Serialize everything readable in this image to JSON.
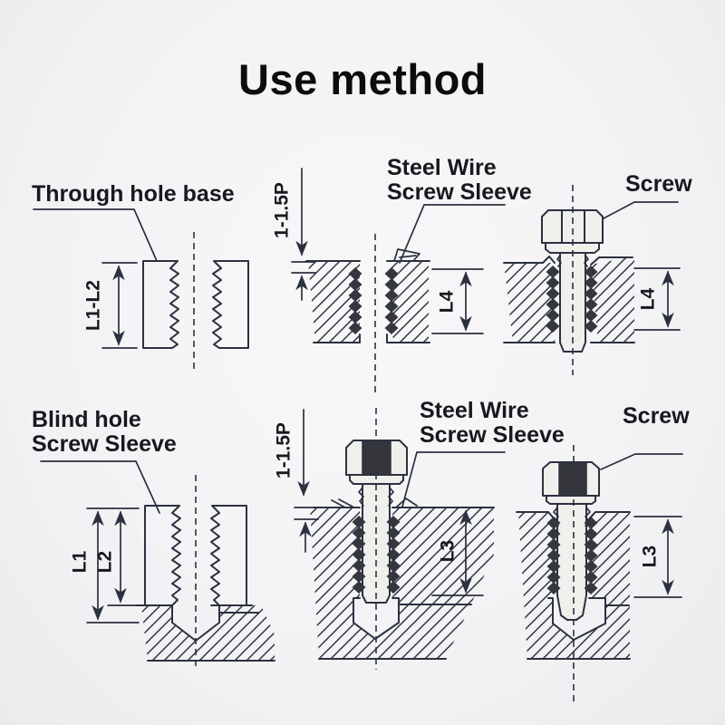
{
  "title": "Use method",
  "diagrams": {
    "through_hole_base": {
      "label": "Through hole base",
      "dim_depth": "L1-L2"
    },
    "sleeve_through": {
      "pitch_dim": "1-1.5P",
      "label_line1": "Steel Wire",
      "label_line2": "Screw Sleeve",
      "length_dim": "L4"
    },
    "screw_through": {
      "label": "Screw",
      "length_dim": "L4"
    },
    "blind_hole": {
      "label_line1": "Blind hole",
      "label_line2": "Screw Sleeve",
      "dim_full": "L1",
      "dim_thread": "L2"
    },
    "sleeve_blind": {
      "pitch_dim": "1-1.5P",
      "label_line1": "Steel Wire",
      "label_line2": "Screw Sleeve",
      "length_dim": "L3"
    },
    "screw_blind": {
      "label": "Screw",
      "length_dim": "L3"
    }
  },
  "colors": {
    "line": "#2b3140",
    "insert_coil": "#34373d",
    "screw_metal": "#efefec",
    "hex_dark_facet": "#34363b",
    "background": "#f2f2f4",
    "text": "#17191e"
  }
}
